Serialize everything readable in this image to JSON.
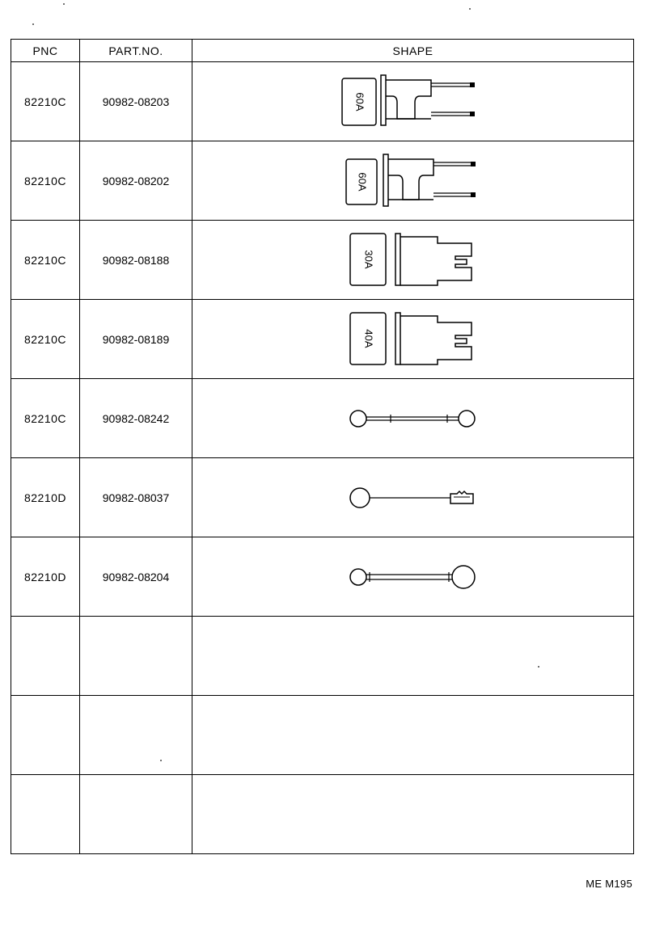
{
  "table": {
    "headers": {
      "pnc": "PNC",
      "part_no": "PART.NO.",
      "shape": "SHAPE"
    },
    "rows": [
      {
        "pnc": "82210C",
        "part_no": "90982-08203",
        "shape": "fuse-60a-icon",
        "shape_label": "60A"
      },
      {
        "pnc": "82210C",
        "part_no": "90982-08202",
        "shape": "fuse-60a-icon",
        "shape_label": "60A"
      },
      {
        "pnc": "82210C",
        "part_no": "90982-08188",
        "shape": "fuse-30a-icon",
        "shape_label": "30A"
      },
      {
        "pnc": "82210C",
        "part_no": "90982-08189",
        "shape": "fuse-40a-icon",
        "shape_label": "40A"
      },
      {
        "pnc": "82210C",
        "part_no": "90982-08242",
        "shape": "fusible-link-icon"
      },
      {
        "pnc": "82210D",
        "part_no": "90982-08037",
        "shape": "fusible-link-terminal-icon"
      },
      {
        "pnc": "82210D",
        "part_no": "90982-08204",
        "shape": "fusible-link-large-ring-icon"
      },
      {
        "pnc": "",
        "part_no": "",
        "shape": ""
      },
      {
        "pnc": "",
        "part_no": "",
        "shape": ""
      },
      {
        "pnc": "",
        "part_no": "",
        "shape": ""
      }
    ]
  },
  "footer": {
    "code": "ME M195"
  }
}
